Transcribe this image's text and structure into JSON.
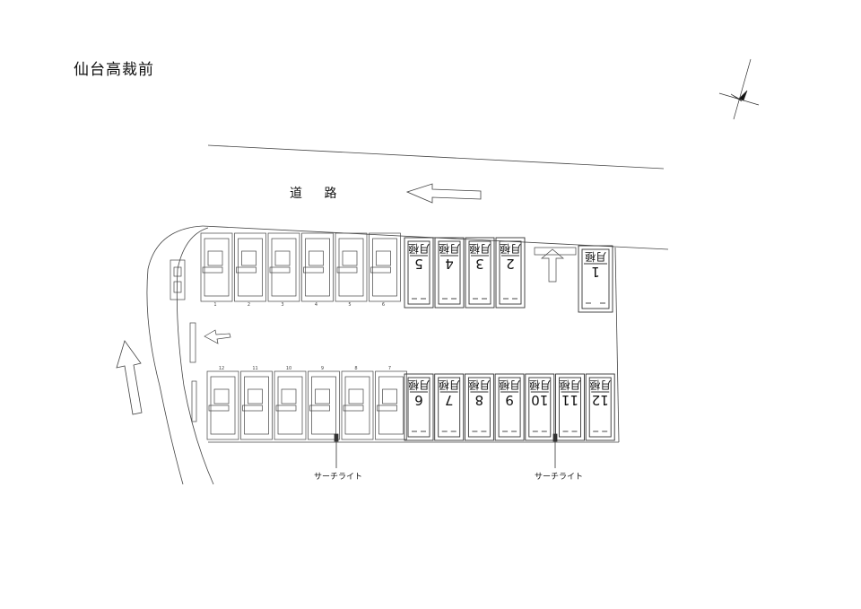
{
  "title": "仙台高裁前",
  "road_label": "道 路",
  "lights": [
    {
      "label": "サーチライト"
    },
    {
      "label": "サーチライト"
    }
  ],
  "slot_tag": "月極",
  "top_row_monthly": [
    "5",
    "4",
    "3",
    "2"
  ],
  "single_monthly": [
    "1"
  ],
  "bottom_row_monthly": [
    "6",
    "7",
    "8",
    "9",
    "10",
    "11",
    "12"
  ],
  "top_row_small": [
    "1",
    "2",
    "3",
    "4",
    "5",
    "6"
  ],
  "bottom_row_small": [
    "12",
    "11",
    "10",
    "9",
    "8",
    "7"
  ],
  "icons": [
    "compass-icon",
    "arrow-left-icon",
    "arrow-up-icon",
    "turn-arrow-icon"
  ]
}
